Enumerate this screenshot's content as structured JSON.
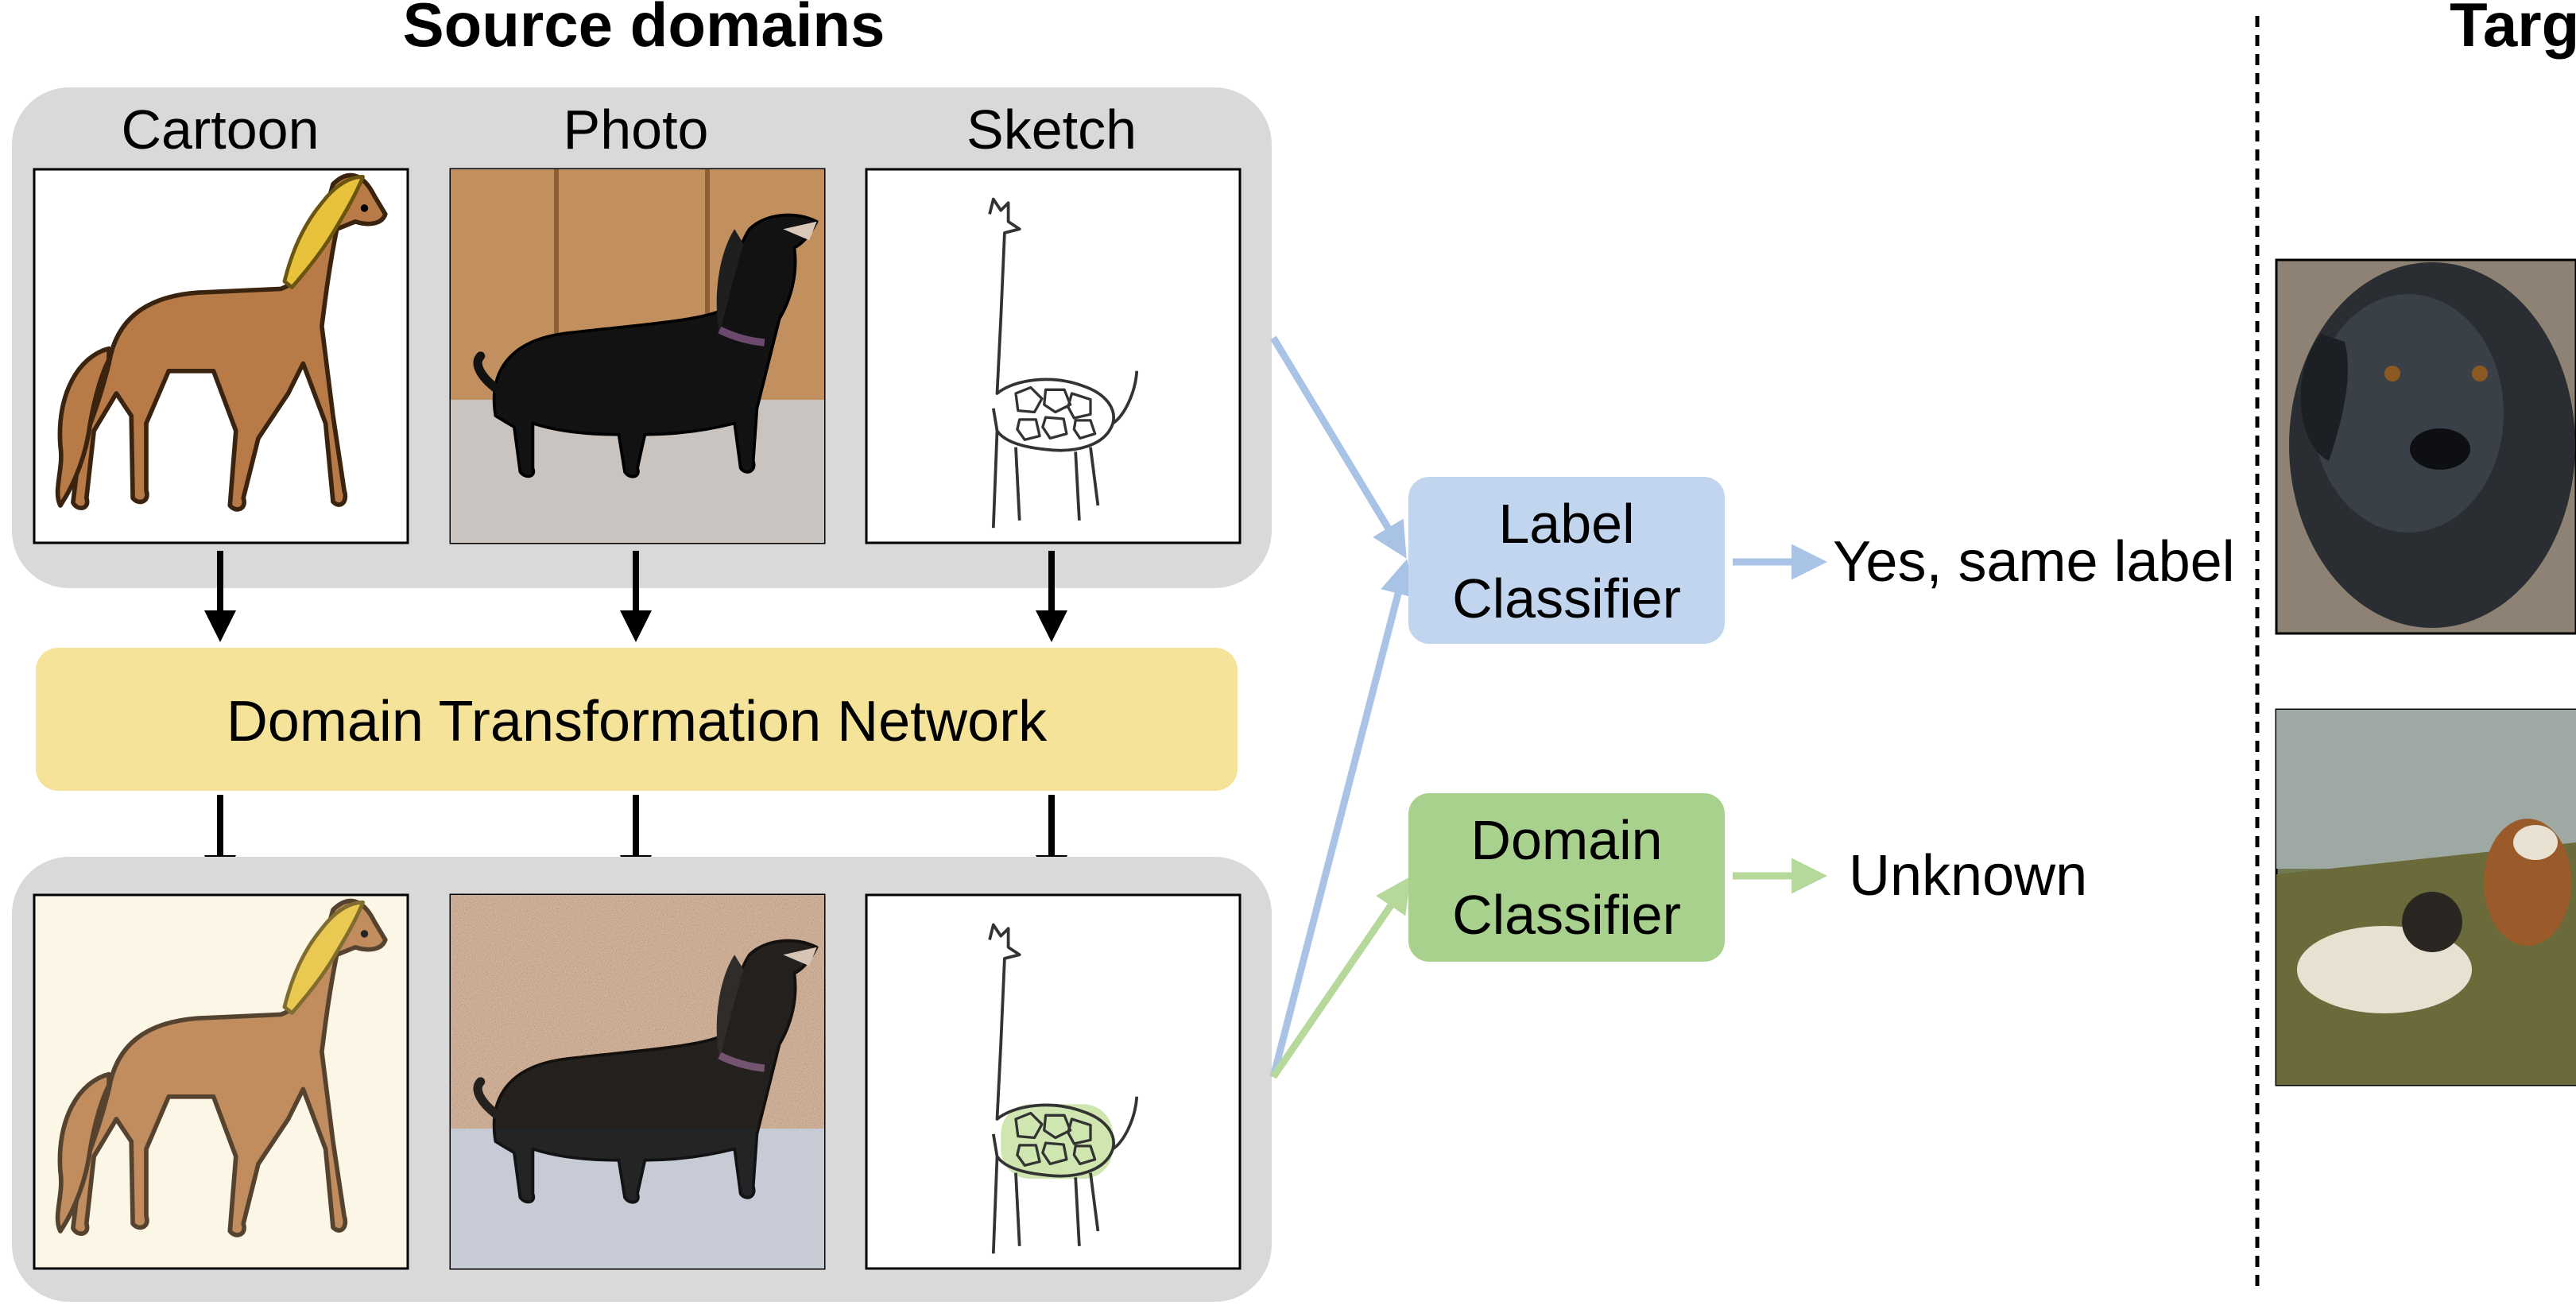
{
  "source_title": "Source domains",
  "target_title": "Targ",
  "domains": [
    {
      "label": "Cartoon"
    },
    {
      "label": "Photo"
    },
    {
      "label": "Sketch"
    }
  ],
  "dtn_label": "Domain Transformation Network",
  "label_classifier": {
    "line1": "Label",
    "line2": "Classifier",
    "output": "Yes, same label"
  },
  "domain_classifier": {
    "line1": "Domain",
    "line2": "Classifier",
    "output": "Unknown"
  },
  "colors": {
    "panel": "#d9d9d9",
    "dtn": "#f6e39a",
    "label_box": "#c2d5ee",
    "label_arrow": "#a9c3e6",
    "domain_box": "#a9d18e",
    "domain_arrow": "#b6d99b",
    "horse": "#b87a47",
    "horse_mane": "#e8c23a"
  }
}
